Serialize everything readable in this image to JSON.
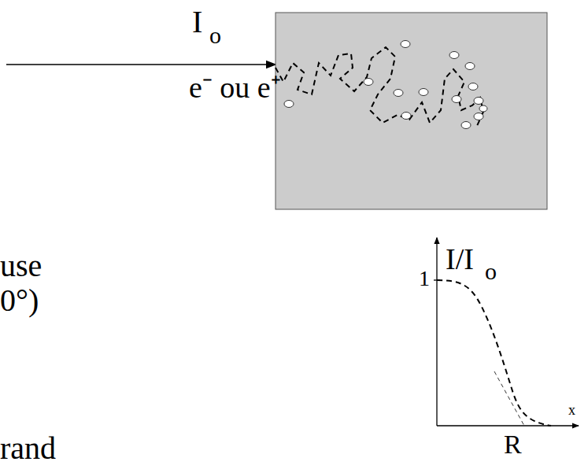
{
  "diagram": {
    "labels": [
      "I",
      "o",
      "e⁻ ou e⁺",
      "use",
      "0°)",
      "1",
      "I/I",
      "o",
      "x",
      "R",
      "rand"
    ]
  }
}
